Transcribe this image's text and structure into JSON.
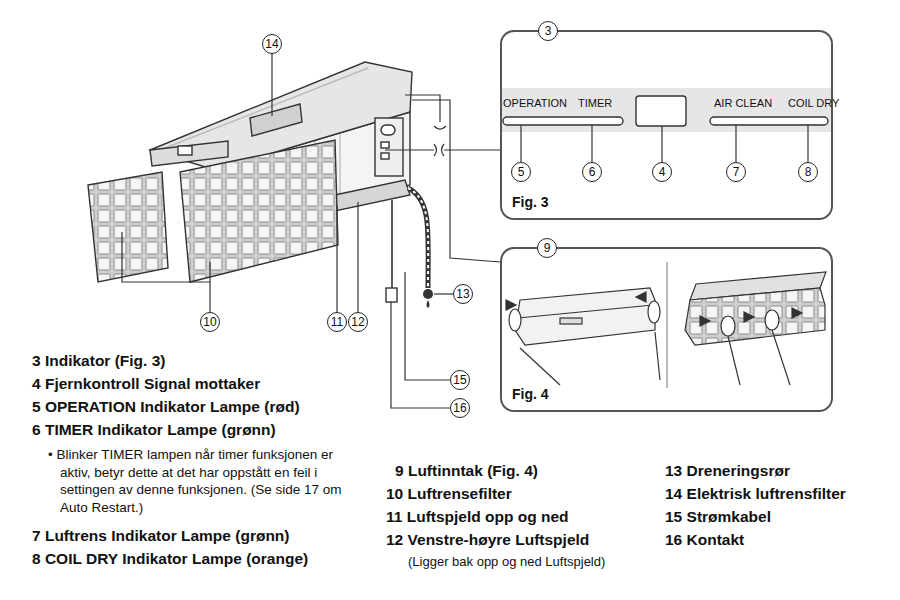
{
  "diagram": {
    "nodes": [
      {
        "text": [
          "14"
        ]
      },
      {
        "text": [
          "Fig. 3"
        ]
      },
      {
        "text": [
          "3"
        ]
      },
      {
        "text": [
          "5"
        ],
        "in": 1
      },
      {
        "text": [
          "6"
        ],
        "in": 1
      },
      {
        "text": [
          "4"
        ],
        "in": 1
      },
      {
        "text": [
          "7"
        ],
        "in": 1
      },
      {
        "text": [
          "8"
        ],
        "in": 1
      },
      {
        "text": [
          "Fig. 4"
        ]
      },
      {
        "text": [
          "9"
        ]
      },
      {
        "text": [
          "10"
        ]
      },
      {
        "text": [
          "11"
        ]
      },
      {
        "text": [
          "12"
        ]
      },
      {
        "text": [
          "13"
        ]
      },
      {
        "text": [
          "15"
        ]
      },
      {
        "text": [
          "16"
        ]
      }
    ],
    "labels": [
      "OPERATION",
      "TIMER",
      "AIR CLEAN",
      "COIL DRY",
      "3 Indikator (Fig. 3)",
      "4 Fjernkontroll Signal mottaker",
      "5 OPERATION Indikator Lampe (rød)",
      "6 TIMER Indikator Lampe (grønn)",
      "• Blinker TIMER lampen når timer funksjonen er aktiv, betyr dette at det har oppstått en feil i settingen av denne funksjonen. (Se side 17 om Auto Restart.)",
      "7 Luftrens Indikator Lampe (grønn)",
      "8 COIL DRY Indikator Lampe (orange)",
      "9 Luftinntak (Fig. 4)",
      "10 Luftrensefilter",
      "11 Luftspjeld opp og ned",
      "12 Venstre-høyre Luftspjeld",
      "(Ligger bak opp og ned Luftspjeld)",
      "13 Dreneringsrør",
      "14 Elektrisk luftrensfilter",
      "15 Strømkabel",
      "16 Kontakt"
    ]
  }
}
